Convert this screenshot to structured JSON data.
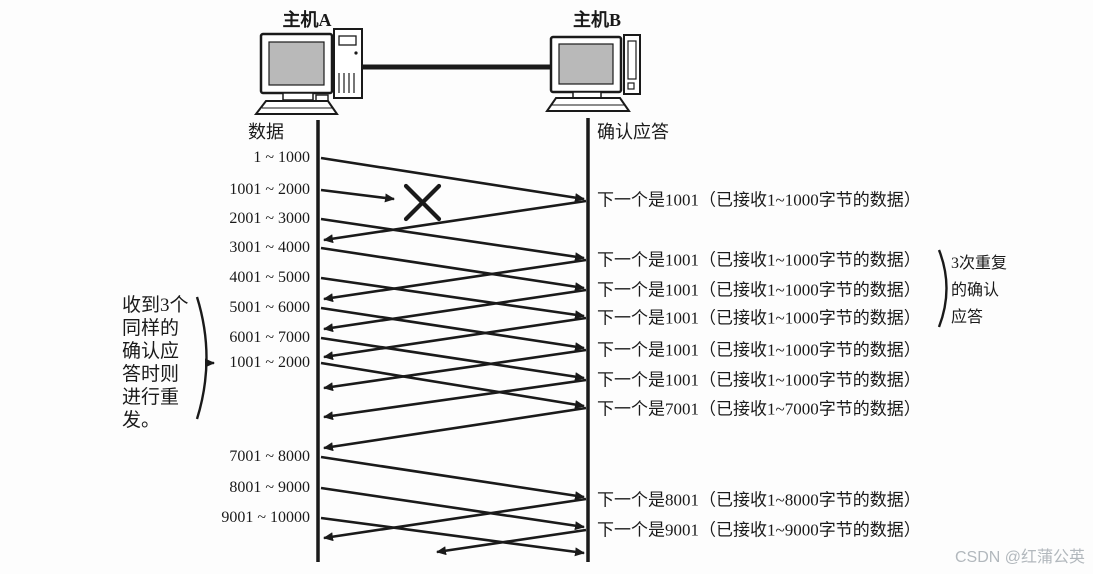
{
  "hosts": {
    "a": "主机A",
    "b": "主机B"
  },
  "headers": {
    "data": "数据",
    "ack": "确认应答"
  },
  "data_segments": [
    "1 ~ 1000",
    "1001 ~ 2000",
    "2001 ~ 3000",
    "3001 ~ 4000",
    "4001 ~ 5000",
    "5001 ~ 6000",
    "6001 ~ 7000",
    "1001 ~ 2000",
    "7001 ~ 8000",
    "8001 ~ 9000",
    "9001 ~ 10000"
  ],
  "acks": [
    "下一个是1001（已接收1~1000字节的数据）",
    "下一个是1001（已接收1~1000字节的数据）",
    "下一个是1001（已接收1~1000字节的数据）",
    "下一个是1001（已接收1~1000字节的数据）",
    "下一个是1001（已接收1~1000字节的数据）",
    "下一个是1001（已接收1~1000字节的数据）",
    "下一个是7001（已接收1~7000字节的数据）",
    "下一个是8001（已接收1~8000字节的数据）",
    "下一个是9001（已接收1~9000字节的数据）"
  ],
  "left_note_lines": [
    "收到3个",
    "同样的",
    "确认应",
    "答时则",
    "进行重",
    "发。"
  ],
  "right_note_lines": [
    "3次重复",
    "的确认",
    "应答"
  ],
  "icons": {
    "loss_marker": "packet-loss-x",
    "host_a": "desktop-computer-icon",
    "host_b": "desktop-computer-icon"
  },
  "colors": {
    "line": "#1a1a1a",
    "screen_fill": "#b9b9b9",
    "watermark": "#b2b8bd"
  },
  "watermark": "CSDN @红蒲公英"
}
